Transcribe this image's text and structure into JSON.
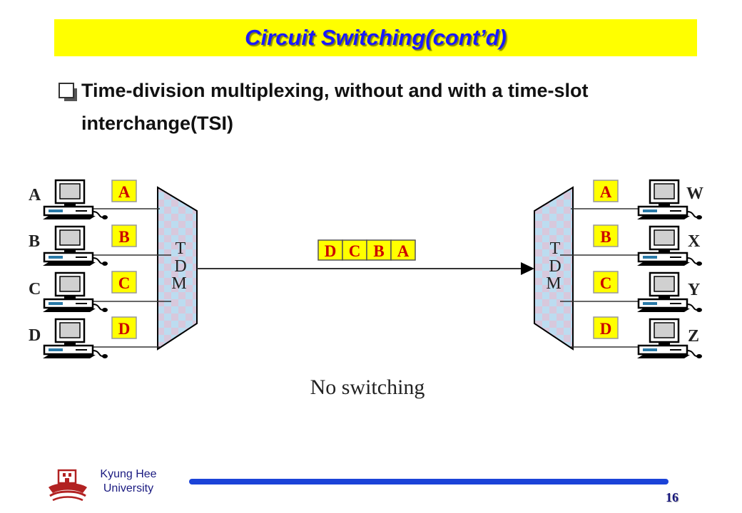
{
  "slide": {
    "title": "Circuit Switching(cont’d)",
    "bullet": "Time-division multiplexing, without and with a time-slot interchange(TSI)",
    "page_number": "16"
  },
  "diagram": {
    "caption": "No switching",
    "mux_label": [
      "T",
      "D",
      "M"
    ],
    "demux_label": [
      "T",
      "D",
      "M"
    ],
    "senders": [
      "A",
      "B",
      "C",
      "D"
    ],
    "receivers": [
      "W",
      "X",
      "Y",
      "Z"
    ],
    "input_slots": [
      "A",
      "B",
      "C",
      "D"
    ],
    "output_slots": [
      "A",
      "B",
      "C",
      "D"
    ],
    "frame": [
      "D",
      "C",
      "B",
      "A"
    ]
  },
  "footer": {
    "university_line1": "Kyung Hee",
    "university_line2": "University"
  },
  "colors": {
    "title_background": "#ffff00",
    "title_text": "#1a1aff",
    "slot_fill": "#ffff00",
    "slot_text": "#cc0000",
    "footer_bar": "#1b43d8",
    "logo": "#b22222"
  },
  "icons": {
    "bullet": "checkbox-bullet-icon",
    "computer": "desktop-computer-icon",
    "logo": "university-seal-icon"
  }
}
